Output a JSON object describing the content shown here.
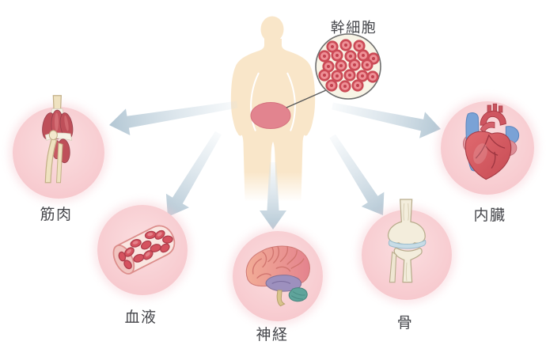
{
  "diagram": {
    "source": {
      "label": "幹細胞"
    },
    "targets": [
      {
        "id": "muscle",
        "label": "筋肉"
      },
      {
        "id": "blood",
        "label": "血液"
      },
      {
        "id": "nerve",
        "label": "神経"
      },
      {
        "id": "bone",
        "label": "骨"
      },
      {
        "id": "organs",
        "label": "内臓"
      }
    ],
    "colors": {
      "node_circle_pink": "#f8ced2",
      "arrow_blue_gray": "#b3c7d4",
      "body_skin": "#f9e6c9",
      "abdomen_marker": "#e2848f",
      "stem_cell_red": "#d5525f",
      "stem_circle_bg": "#f8f4e6",
      "label_text": "#45464b"
    }
  }
}
